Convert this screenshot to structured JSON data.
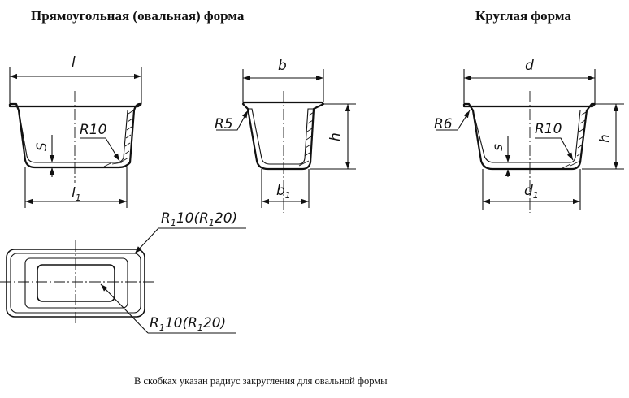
{
  "headings": {
    "rect_form": "Прямоугольная (овальная) форма",
    "round_form": "Круглая форма"
  },
  "labels": {
    "l": "l",
    "l1": "l",
    "l1_sub": "1",
    "s_rect": "S",
    "r10_rect": "R10",
    "b": "b",
    "b1": "b",
    "b1_sub": "1",
    "h_mid": "h",
    "r5": "R5",
    "d": "d",
    "d1": "d",
    "d1_sub": "1",
    "h_round": "h",
    "r6": "R6",
    "r10_round": "R10",
    "s_round": "s",
    "plan_r_top": "R",
    "plan_r_top_sub": "1",
    "plan_r_top_rest": "10(R",
    "plan_r_top_sub2": "1",
    "plan_r_top_end": "20)",
    "plan_r_bottom": "R",
    "plan_r_bottom_sub": "1",
    "plan_r_bottom_rest": "10(R",
    "plan_r_bottom_sub2": "1",
    "plan_r_bottom_end": "20)"
  },
  "footnote": "В скобках указан радиус закругления для овальной формы"
}
